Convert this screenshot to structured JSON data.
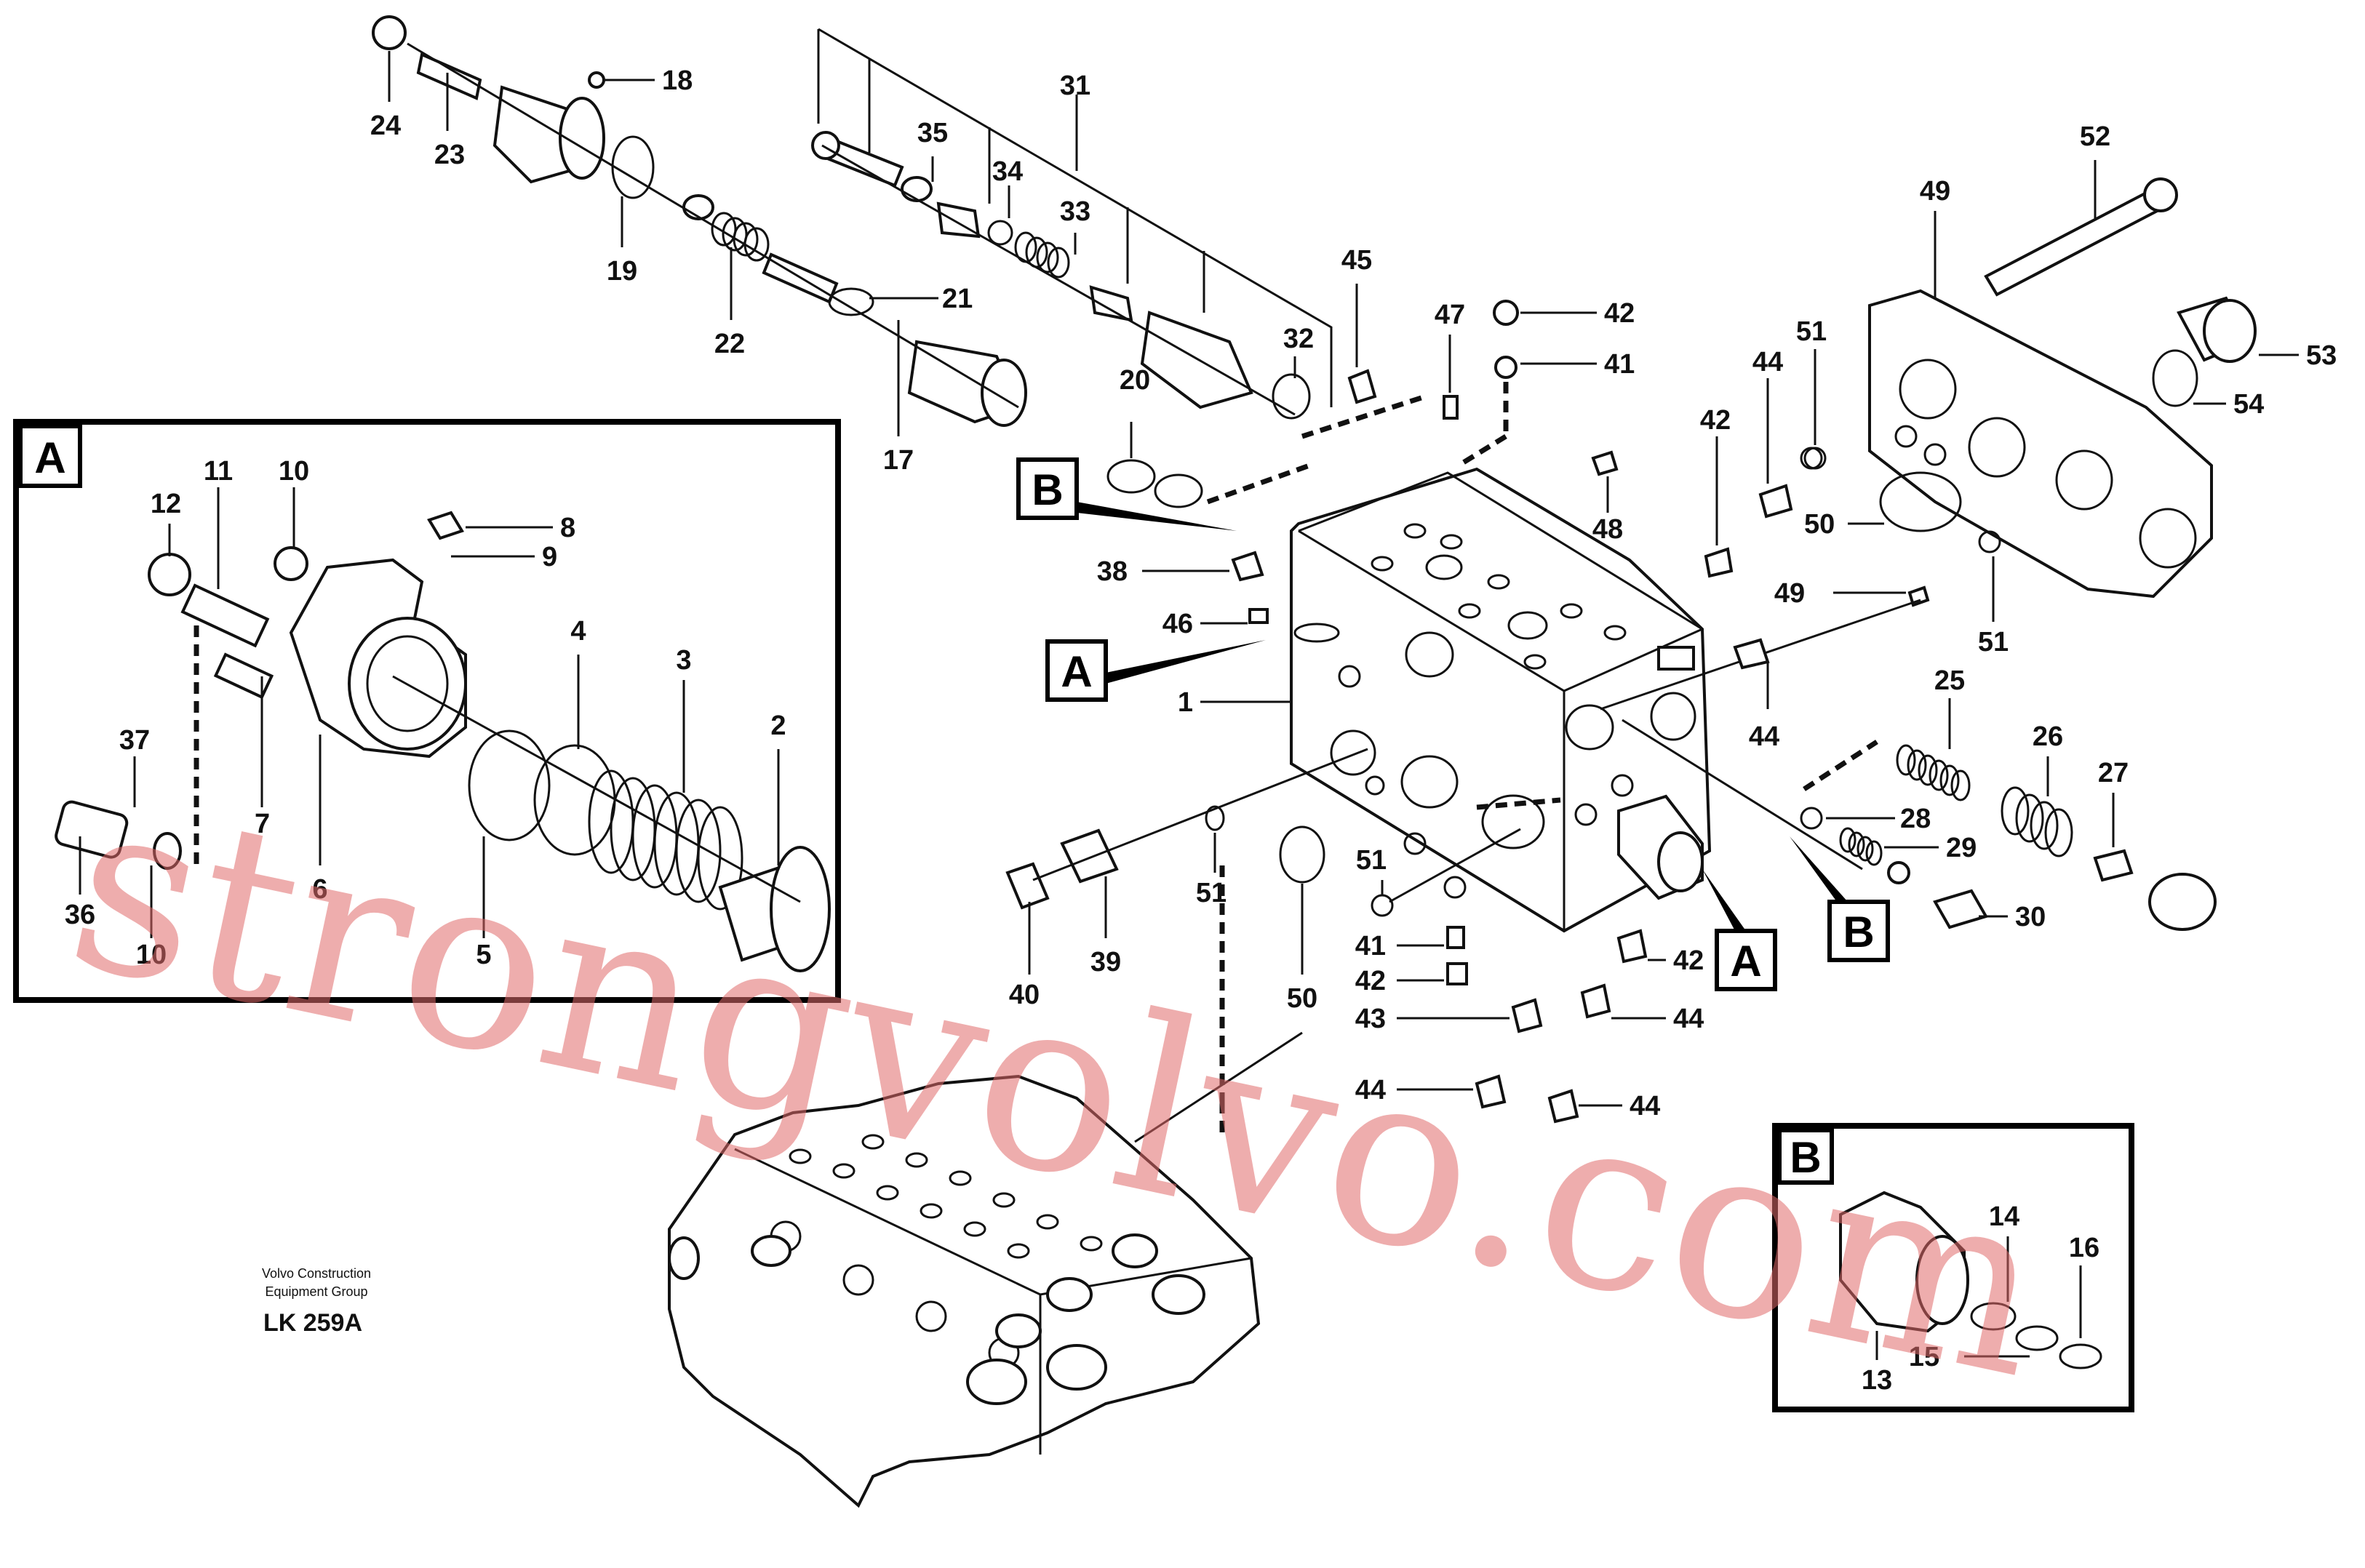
{
  "callouts": {
    "c1": "1",
    "c2": "2",
    "c3": "3",
    "c4": "4",
    "c5": "5",
    "c6": "6",
    "c7": "7",
    "c8": "8",
    "c9": "9",
    "c10a": "10",
    "c10b": "10",
    "c11": "11",
    "c12": "12",
    "c13": "13",
    "c14": "14",
    "c15": "15",
    "c16": "16",
    "c17": "17",
    "c18": "18",
    "c19": "19",
    "c20": "20",
    "c21": "21",
    "c22": "22",
    "c23": "23",
    "c24": "24",
    "c25": "25",
    "c26": "26",
    "c27": "27",
    "c28": "28",
    "c29": "29",
    "c30": "30",
    "c31": "31",
    "c32": "32",
    "c33": "33",
    "c34": "34",
    "c35": "35",
    "c36": "36",
    "c37": "37",
    "c38": "38",
    "c39": "39",
    "c40": "40",
    "c41a": "41",
    "c41b": "41",
    "c42a": "42",
    "c42b": "42",
    "c42c": "42",
    "c42d": "42",
    "c43": "43",
    "c44a": "44",
    "c44b": "44",
    "c44c": "44",
    "c44d": "44",
    "c44e": "44",
    "c45": "45",
    "c46": "46",
    "c47": "47",
    "c48": "48",
    "c49a": "49",
    "c49b": "49",
    "c50a": "50",
    "c50b": "50",
    "c51a": "51",
    "c51b": "51",
    "c51c": "51",
    "c51d": "51",
    "c52": "52",
    "c53": "53",
    "c54": "54"
  },
  "detail_boxes": {
    "a_box": "A",
    "b_box": "B",
    "a_ref1": "A",
    "a_ref2": "A",
    "b_ref1": "B",
    "b_ref2": "B"
  },
  "footer": {
    "company_line1": "Volvo Construction",
    "company_line2": "Equipment Group",
    "drawing_code": "LK 259A"
  },
  "watermark": "strongvolvo.com"
}
